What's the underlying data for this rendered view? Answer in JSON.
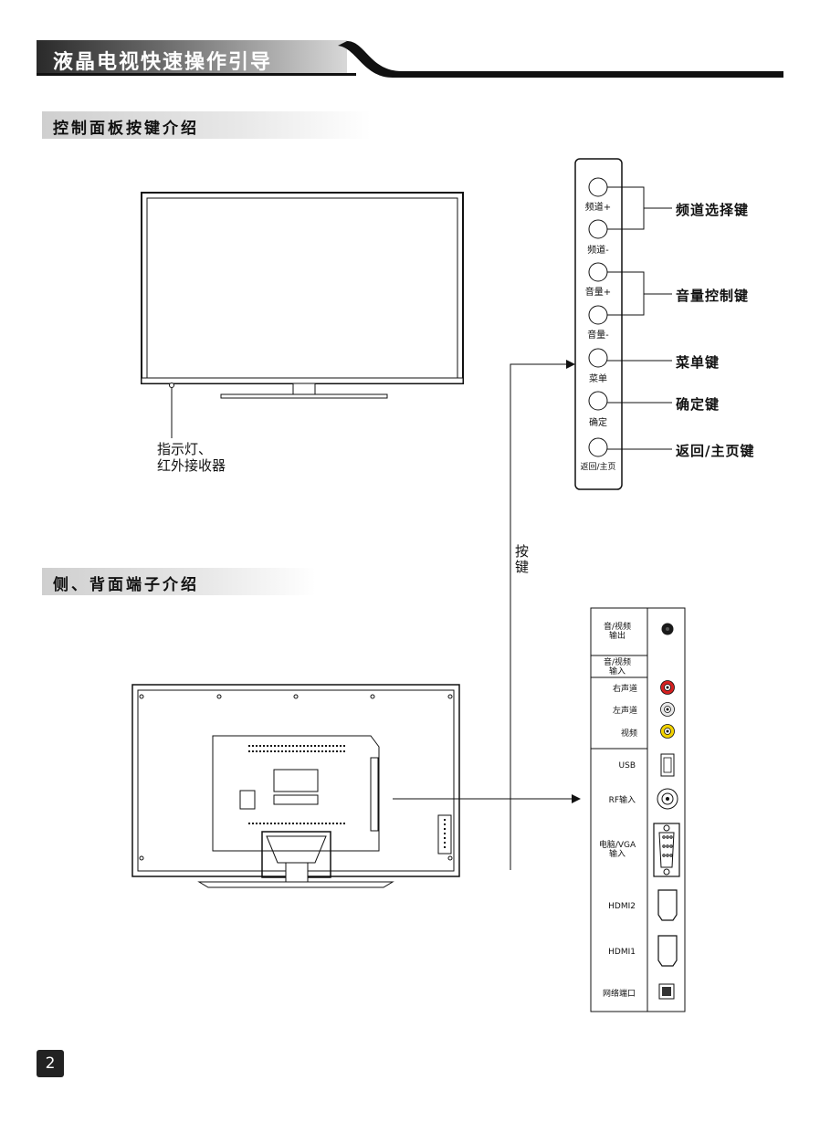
{
  "header": {
    "title": "液晶电视快速操作引导"
  },
  "section_front": {
    "title": "控制面板按键介绍"
  },
  "section_back": {
    "title": "侧、背面端子介绍"
  },
  "indicator_label": {
    "line1": "指示灯、",
    "line2": "红外接收器"
  },
  "side_keys_label": {
    "line1": "按",
    "line2": "键"
  },
  "key_panel": {
    "buttons": [
      "频道+",
      "频道-",
      "音量+",
      "音量-",
      "菜单",
      "确定",
      "返回/主页"
    ],
    "groups": [
      "频道选择键",
      "音量控制键",
      "菜单键",
      "确定键",
      "返回/主页键"
    ]
  },
  "terminal_panel": {
    "av_out": {
      "line1": "音/视频",
      "line2": "输出"
    },
    "av_in": {
      "line1": "音/视频",
      "line2": "输入"
    },
    "right": "右声道",
    "left": "左声道",
    "video": "视频",
    "usb": "USB",
    "rf": "RF输入",
    "vga": {
      "line1": "电脑/VGA",
      "line2": "输入"
    },
    "hdmi2": "HDMI2",
    "hdmi1": "HDMI1",
    "lan": "网络端口"
  },
  "colors": {
    "red_jack": "#d42020",
    "white_jack": "#e8e8e8",
    "yellow_jack": "#f2d200",
    "dark": "#1a1a1a"
  },
  "page_number": "2"
}
